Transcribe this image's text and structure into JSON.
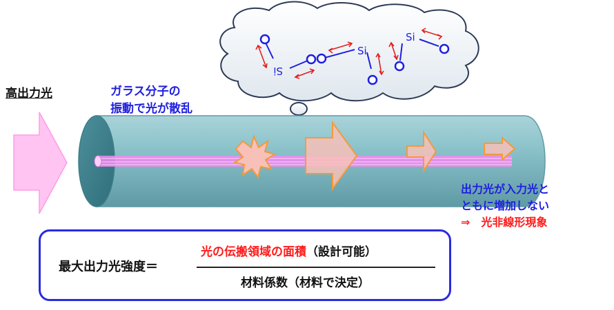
{
  "labels": {
    "input_light": "高出力光",
    "scatter_line1": "ガラス分子の",
    "scatter_line2": "振動で光が散乱",
    "output_line1": "出力光が入力光と",
    "output_line2": "ともに増加しない",
    "nonlinear": "⇒　光非線形現象"
  },
  "molecules": {
    "si_1": "Si",
    "si_2": "Si",
    "si_3": "Si"
  },
  "formula": {
    "lhs": "最大出力光強度＝",
    "numerator_highlight": "光の伝搬領域の面積",
    "numerator_note": "（設計可能）",
    "denominator": "材料係数（材料で決定）"
  },
  "colors": {
    "fiber_body": "#7fb8c2",
    "fiber_core": "#f08af0",
    "input_arrow": "#ffc4f2",
    "scatter_arrow": "#f7c0b8",
    "scatter_outline": "#f39a3a",
    "label_blue": "#1f1fe0",
    "label_red": "#ff1a1a",
    "box_border": "#2a2ae0"
  }
}
